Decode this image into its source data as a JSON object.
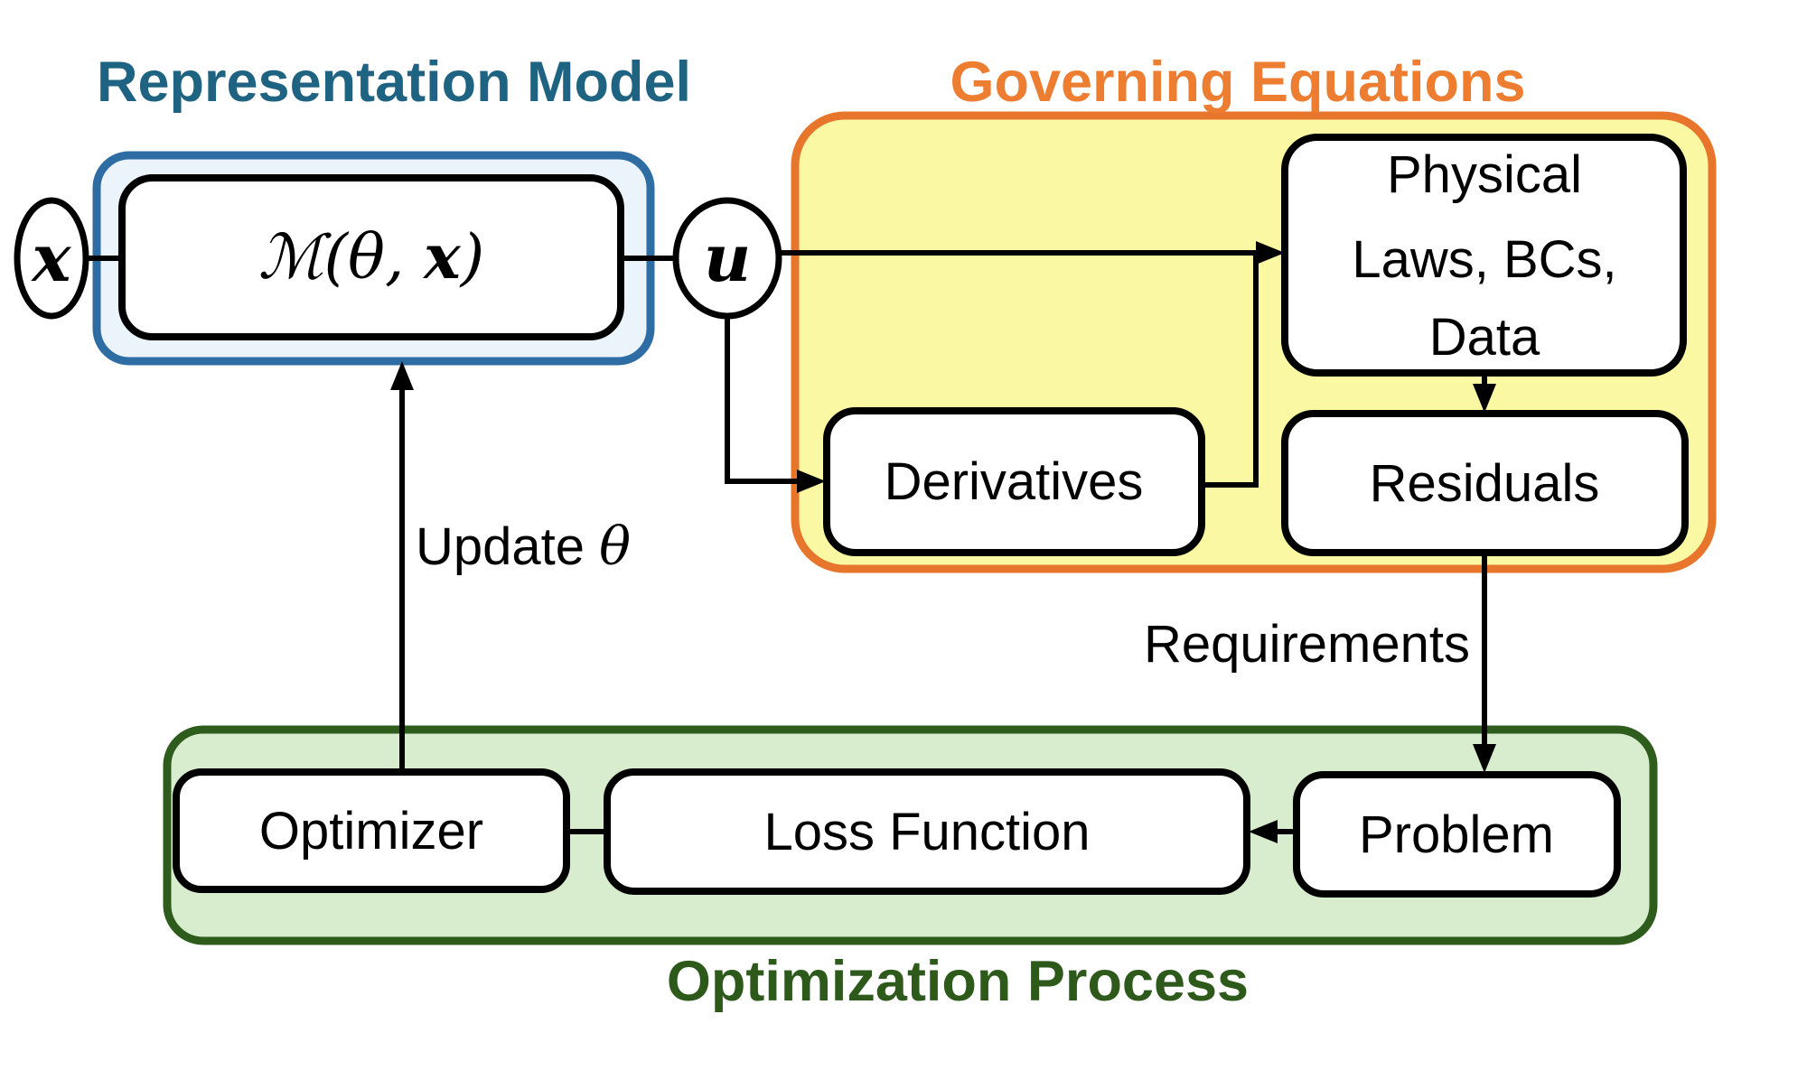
{
  "titles": {
    "representation_model": "Representation Model",
    "governing_equations": "Governing Equations",
    "optimization_process": "Optimization Process"
  },
  "nodes": {
    "x_input": "x",
    "u_output": "u",
    "model": {
      "prefix": "ℳ(θ, ",
      "x": "x",
      "suffix": ")"
    },
    "physical_laws": {
      "lines": [
        "Physical",
        "Laws, BCs,",
        "Data"
      ]
    },
    "derivatives": "Derivatives",
    "residuals": "Residuals",
    "optimizer": "Optimizer",
    "loss_function": "Loss Function",
    "problem": "Problem"
  },
  "edge_labels": {
    "update": {
      "prefix": "Update ",
      "theta": "θ"
    },
    "requirements": "Requirements"
  },
  "colors": {
    "teal-title": "#1E6382",
    "orange-title": "#ED7D31",
    "orange": "#E8752C",
    "blue-border": "#2E6DA4",
    "blue-fill": "#EBF3FB",
    "yellow-fill": "#FBF8A3",
    "green-border": "#2E5C1C",
    "green-title": "#2D5A1B",
    "green-fill": "#D8EDCE",
    "line": "#000000",
    "box-fill": "#FFFFFF"
  }
}
